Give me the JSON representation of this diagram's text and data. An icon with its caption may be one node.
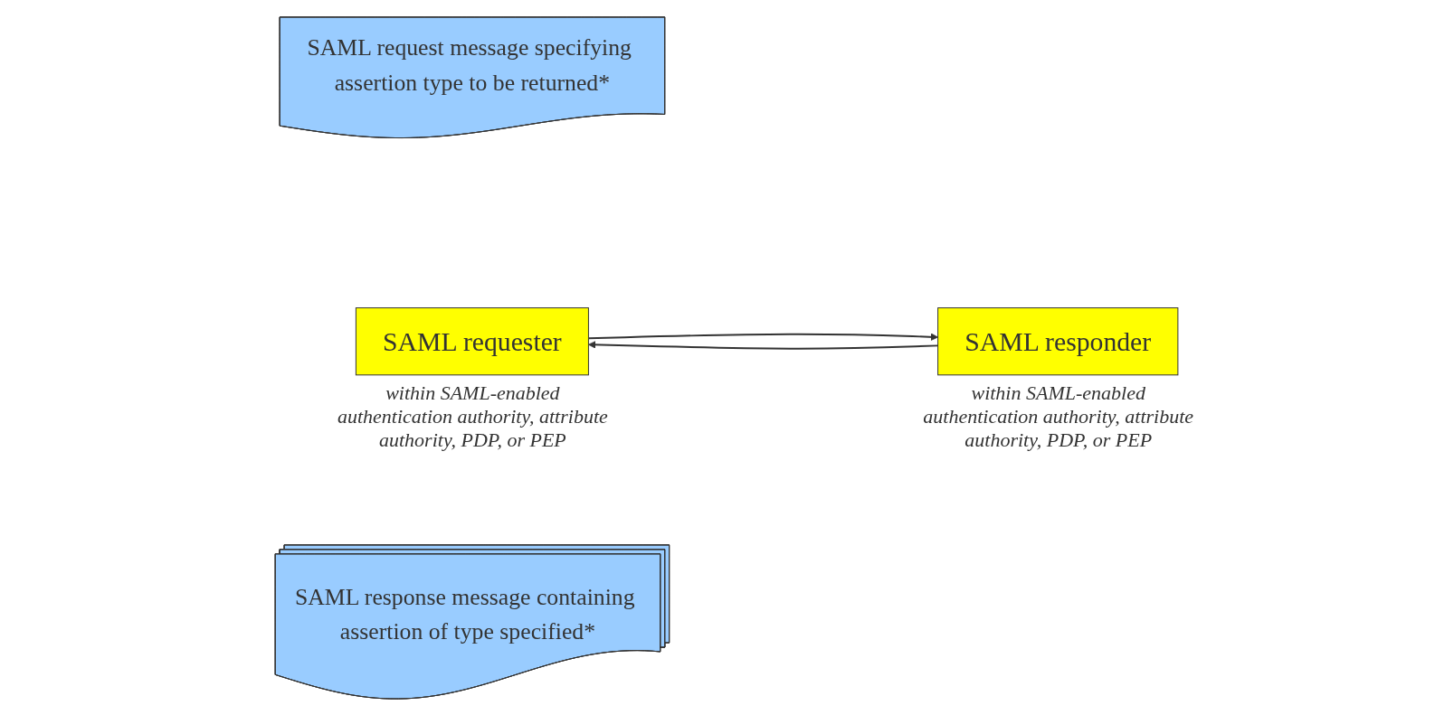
{
  "diagram": {
    "nodes": [
      {
        "text": [
          "SAML request message specifying assertion type to be returned*"
        ]
      },
      {
        "text": [
          "SAML requester"
        ],
        "beside": [
          "within SAML-enabled authentication authority, attribute authority, PDP, or PEP"
        ]
      },
      {
        "text": [
          "SAML responder"
        ],
        "beside": [
          "within SAML-enabled authentication authority, attribute authority, PDP, or PEP"
        ]
      },
      {
        "text": [
          "SAML response message containing assertion of type specified*"
        ]
      }
    ],
    "edges": [
      {
        "from": 1,
        "to": 2,
        "arrow": "to"
      },
      {
        "from": 2,
        "to": 1,
        "arrow": "to"
      }
    ]
  }
}
